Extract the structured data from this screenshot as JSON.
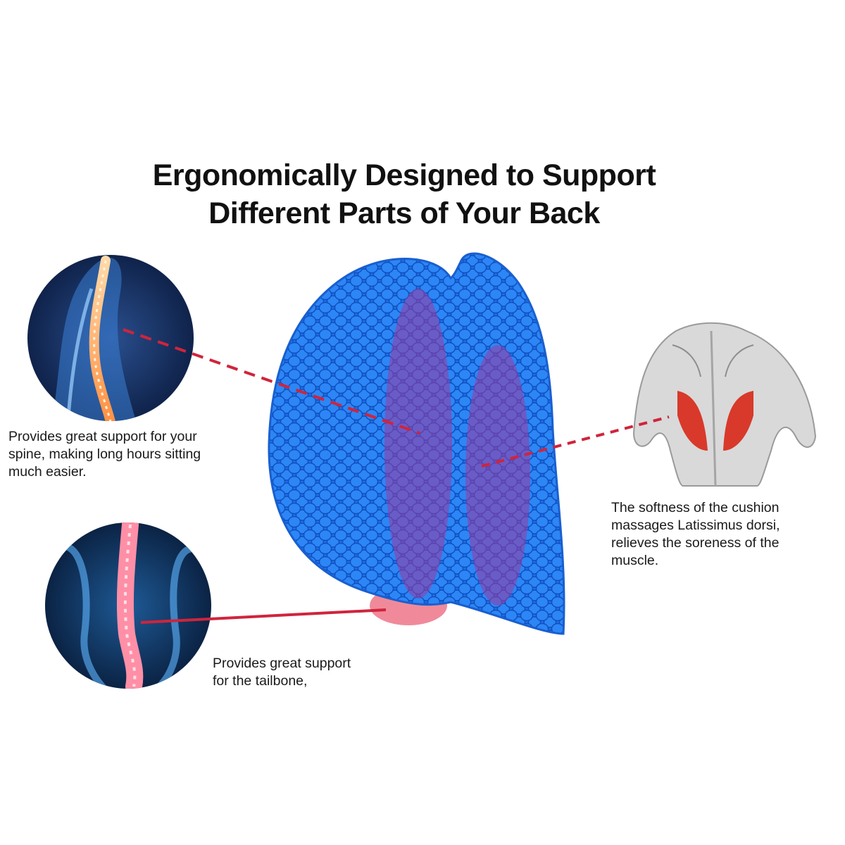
{
  "headline": {
    "line1": "Ergonomically Designed to Support",
    "line2": "Different Parts of Your Back"
  },
  "callouts": {
    "spine": {
      "lines": [
        "Provides great support for your",
        "spine, making long hours sitting",
        "much easier."
      ],
      "image": "spine-xray-illustration"
    },
    "latissimus": {
      "lines": [
        "The softness of the cushion",
        "massages Latissimus dorsi,",
        "relieves the soreness of the",
        "muscle."
      ],
      "image": "back-muscles-illustration"
    },
    "tailbone": {
      "lines": [
        "Provides great support",
        "for the tailbone,"
      ],
      "image": "lower-spine-xray-illustration"
    }
  },
  "product": {
    "name": "honeycomb-gel-lumbar-cushion",
    "colors": {
      "cushion": "#1f73e8",
      "highlight": "#8a3a9a",
      "pointer": "#d0243c",
      "tailbone_pad": "#f08a9a"
    }
  }
}
